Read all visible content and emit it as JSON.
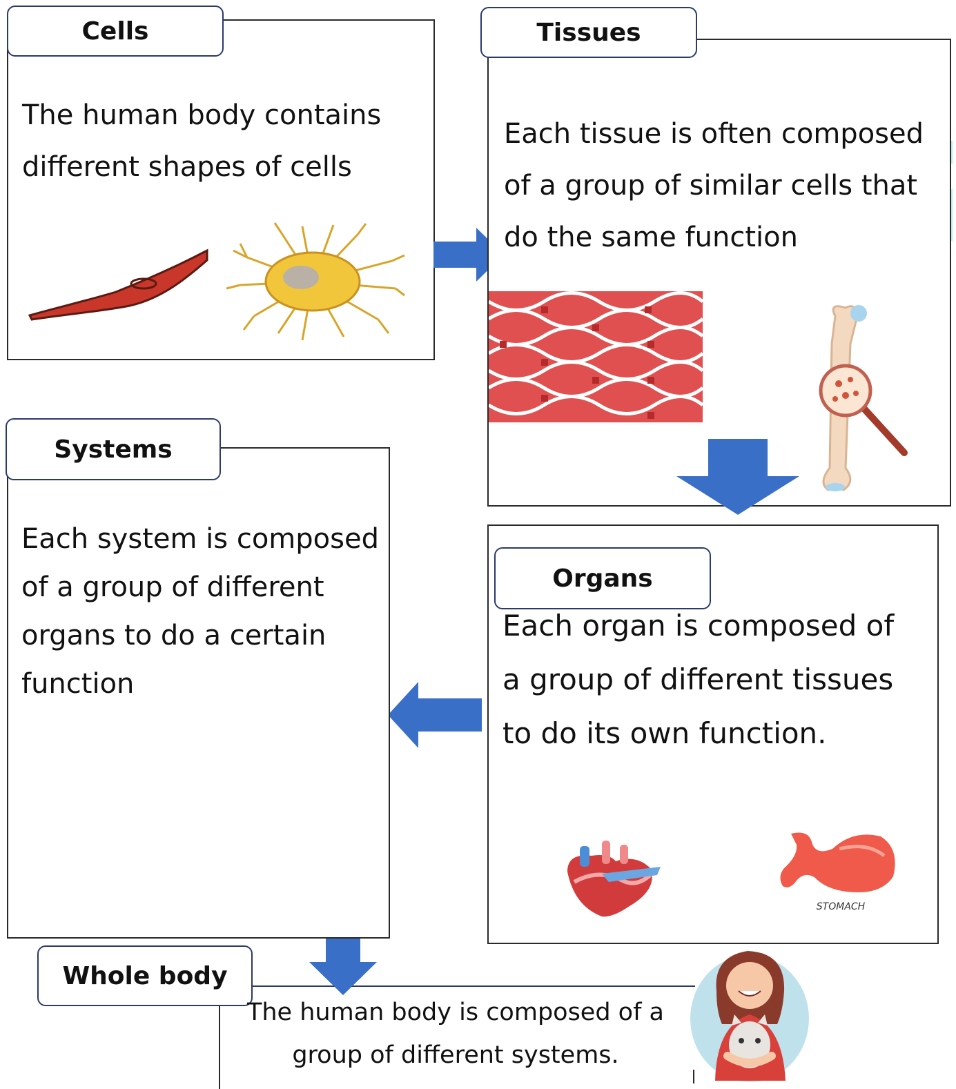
{
  "colors": {
    "arrow": "#3a6fc8",
    "border": "#2a2a2a",
    "tab_border": "#2a3a6a",
    "watermark": "#7fd0d4"
  },
  "cells": {
    "title": "Cells",
    "text_lines": [
      "The human body contains",
      "different shapes of cells"
    ]
  },
  "tissues": {
    "title": "Tissues",
    "text_lines": [
      "Each tissue is often composed",
      "of a group of similar cells that",
      "do the same function"
    ]
  },
  "organs": {
    "title": "Organs",
    "text_lines": [
      "Each organ is composed of",
      "a group of different tissues",
      "to do its own function."
    ],
    "stomach_label": "STOMACH"
  },
  "systems": {
    "title": "Systems",
    "text_lines": [
      "Each system is composed",
      "of a group of different",
      "organs to do a certain",
      "function"
    ]
  },
  "whole_body": {
    "title": "Whole body",
    "text_lines": [
      "The human body is composed of a",
      "group of different systems."
    ]
  },
  "watermark_text": "KHODIRY"
}
